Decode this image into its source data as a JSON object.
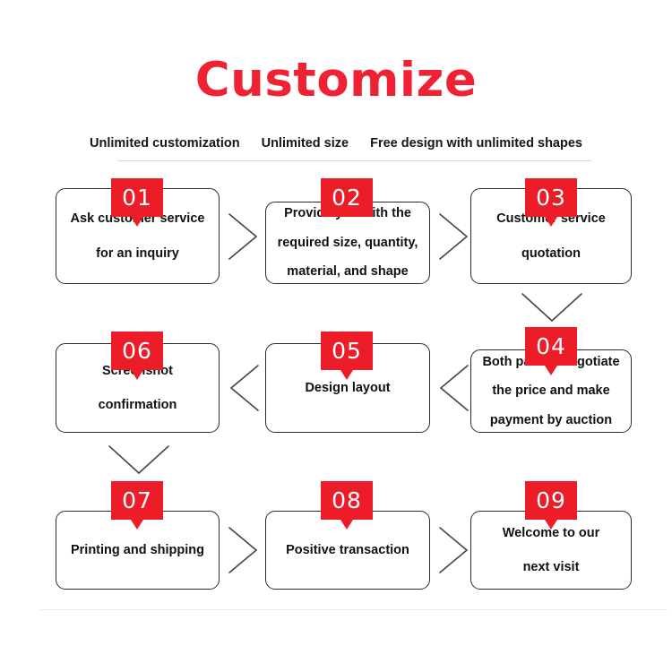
{
  "header": {
    "title": "Customize",
    "title_color": "#ee2233",
    "subtitle_parts": [
      "Unlimited customization",
      "Unlimited size",
      "Free design with unlimited shapes"
    ]
  },
  "theme": {
    "badge_color": "#ec1c29",
    "box_border_color": "#2b2b2b",
    "text_color": "#111111",
    "divider_color": "#d8d8d8",
    "background": "#ffffff"
  },
  "steps": [
    {
      "number": "01",
      "lines": [
        "Ask customer service",
        "for an inquiry"
      ]
    },
    {
      "number": "02",
      "lines": [
        "Provide you with the",
        "required size, quantity,",
        "material, and shape"
      ]
    },
    {
      "number": "03",
      "lines": [
        "Customer service",
        "quotation"
      ]
    },
    {
      "number": "04",
      "lines": [
        "Both parties negotiate",
        "the price and make",
        "payment by auction"
      ]
    },
    {
      "number": "05",
      "lines": [
        "Design layout"
      ]
    },
    {
      "number": "06",
      "lines": [
        "Screenshot",
        "confirmation"
      ]
    },
    {
      "number": "07",
      "lines": [
        "Printing and shipping"
      ]
    },
    {
      "number": "08",
      "lines": [
        "Positive transaction"
      ]
    },
    {
      "number": "09",
      "lines": [
        "Welcome to our",
        "next visit"
      ]
    }
  ],
  "connectors": [
    {
      "name": "arrow-01-to-02",
      "direction": "right"
    },
    {
      "name": "arrow-02-to-03",
      "direction": "right"
    },
    {
      "name": "arrow-03-to-04",
      "direction": "down"
    },
    {
      "name": "arrow-04-to-05",
      "direction": "left"
    },
    {
      "name": "arrow-05-to-06",
      "direction": "left"
    },
    {
      "name": "arrow-06-to-07",
      "direction": "down"
    },
    {
      "name": "arrow-07-to-08",
      "direction": "right"
    },
    {
      "name": "arrow-08-to-09",
      "direction": "right"
    }
  ]
}
